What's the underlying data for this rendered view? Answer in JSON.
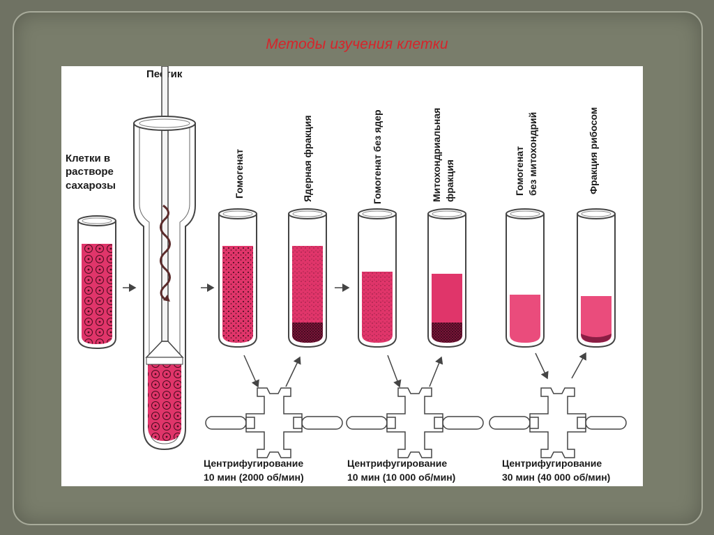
{
  "slide": {
    "title": "Методы изучения клетки"
  },
  "diagram": {
    "pestle_label": "Пестик",
    "cells_label_lines": [
      "Клетки в",
      "растворе",
      "сахарозы"
    ],
    "tube_labels": {
      "homogenate": "Гомогенат",
      "nuclear_fraction": "Ядерная фракция",
      "homogenate_no_nuclei": "Гомогенат без ядер",
      "mito_fraction_lines": [
        "Митохондриальная",
        "фракция"
      ],
      "homogenate_no_mito_lines": [
        "Гомогенат",
        "без митохондрий"
      ],
      "ribosome_fraction": "Фракция рибосом"
    },
    "centrifugation": [
      {
        "line1": "Центрифугирование",
        "line2": "10 мин (2000 об/мин)"
      },
      {
        "line1": "Центрифугирование",
        "line2": "10 мин (10 000 об/мин)"
      },
      {
        "line1": "Центрифугирование",
        "line2": "30 мин (40 000 об/мин)"
      }
    ],
    "colors": {
      "liquid": "#e0356a",
      "liquid_light": "#ea4c7c",
      "sediment": "#6a1030",
      "glass": "#444444"
    }
  }
}
